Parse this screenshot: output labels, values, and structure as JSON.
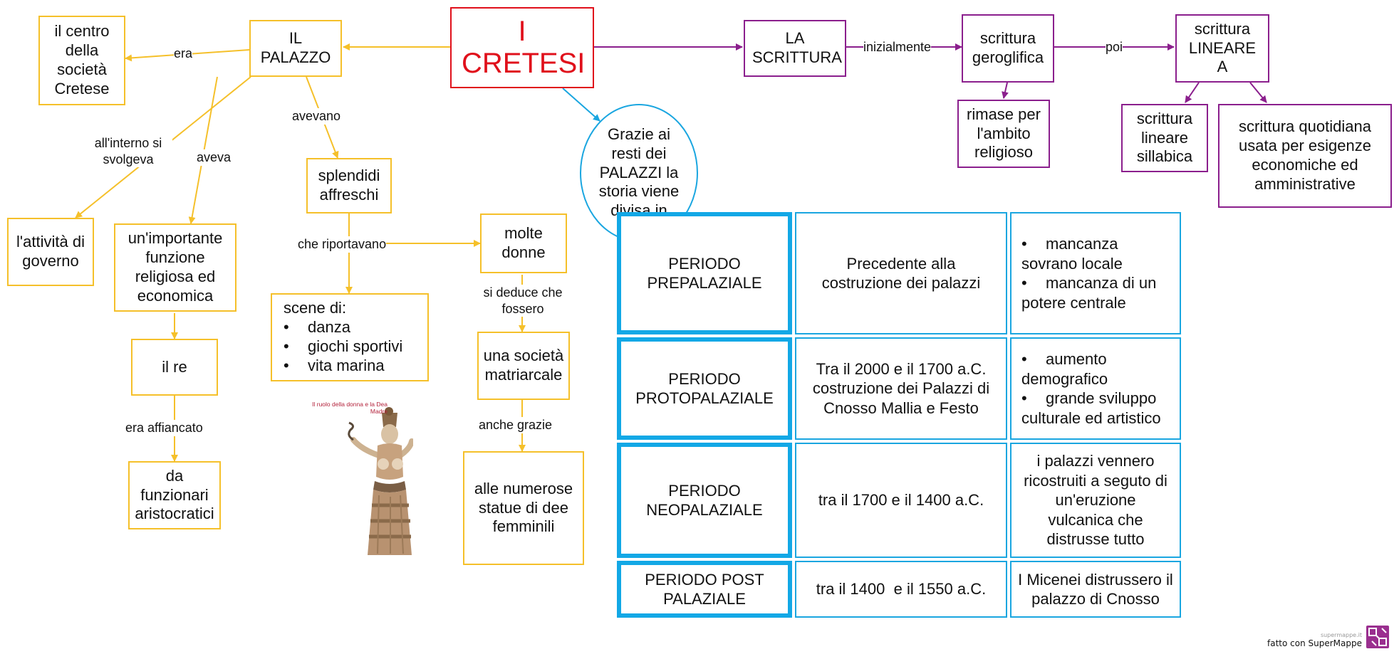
{
  "title": "I CRETESI",
  "nodes": {
    "palazzo": "IL PALAZZO",
    "centro": "il centro della società Cretese",
    "governo": "l'attività di governo",
    "funzione": "un'importante funzione religiosa ed economica",
    "re": "il re",
    "funzionari": "da funzionari aristocratici",
    "affreschi": "splendidi affreschi",
    "scene_title": "scene di:",
    "scene_items": [
      "danza",
      "giochi sportivi",
      "vita marina"
    ],
    "donne": "molte donne",
    "societa": "una società matriarcale",
    "statue": "alle numerose statue di dee femminili",
    "grazie": "Grazie ai resti dei PALAZZI la storia viene divisa in",
    "scrittura": "LA SCRITTURA",
    "geroglifica": "scrittura geroglifica",
    "rimase": "rimase per l'ambito religioso",
    "lineare_a": "scrittura LINEARE A",
    "sillabica": "scrittura lineare sillabica",
    "quotidiana": "scrittura quotidiana usata per esigenze economiche ed amministrative"
  },
  "labels": {
    "era": "era",
    "avevano": "avevano",
    "aveva": "aveva",
    "all_interno": "all'interno si svolgeva",
    "che_riportavano": "che riportavano",
    "si_deduce": "si deduce che fossero",
    "anche_grazie": "anche grazie",
    "era_affiancato": "era affiancato",
    "inizialmente": "inizialmente",
    "poi": "poi"
  },
  "image_caption": "Il ruolo della donna e la Dea Madre",
  "periods": [
    {
      "name": "PERIODO PREPALAZIALE",
      "date": "Precedente alla costruzione dei palazzi",
      "features": [
        "mancanza sovrano locale",
        "mancanza di un potere centrale"
      ]
    },
    {
      "name": "PERIODO PROTOPALAZIALE",
      "date": "Tra il 2000 e il 1700 a.C. costruzione dei Palazzi di Cnosso Mallia e Festo",
      "features": [
        "aumento demografico",
        "grande sviluppo culturale ed artistico"
      ]
    },
    {
      "name": "PERIODO NEOPALAZIALE",
      "date": "tra il 1700 e il 1400 a.C.",
      "text": "i palazzi vennero ricostruiti a seguto di un'eruzione vulcanica che distrusse tutto"
    },
    {
      "name": "PERIODO POST PALAZIALE",
      "date": "tra il 1400  e il 1550 a.C.",
      "text": "I Micenei distrussero il palazzo di Cnosso"
    }
  ],
  "footer": {
    "site": "supermappe.it",
    "made_with": "fatto con SuperMappe"
  },
  "colors": {
    "yellow": "#f5c02a",
    "purple": "#8b1f8d",
    "blue": "#1aa6e0",
    "red": "#e0101b"
  }
}
